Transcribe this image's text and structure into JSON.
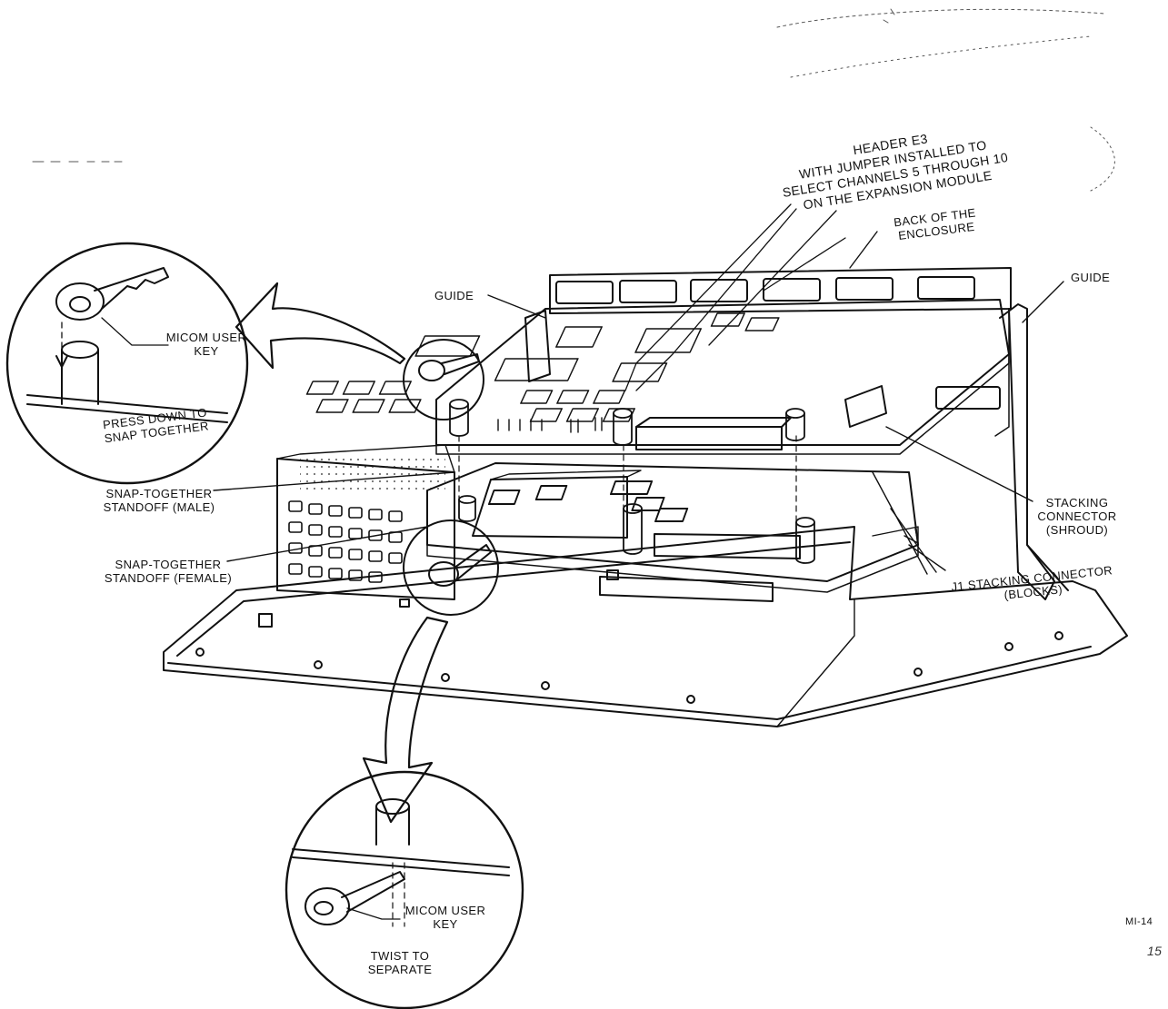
{
  "labels": {
    "header_e3": {
      "line1": "HEADER E3",
      "line2": "WITH JUMPER INSTALLED TO",
      "line3": "SELECT CHANNELS 5 THROUGH 10",
      "line4": "ON THE EXPANSION MODULE"
    },
    "back_enclosure": {
      "line1": "BACK OF THE",
      "line2": "ENCLOSURE"
    },
    "guide_left": "GUIDE",
    "guide_right": "GUIDE",
    "micom_key_top": {
      "line1": "MICOM USER",
      "line2": "KEY"
    },
    "press_down": {
      "line1": "PRESS DOWN TO",
      "line2": "SNAP TOGETHER"
    },
    "standoff_male": {
      "line1": "SNAP-TOGETHER",
      "line2": "STANDOFF (MALE)"
    },
    "standoff_female": {
      "line1": "SNAP-TOGETHER",
      "line2": "STANDOFF (FEMALE)"
    },
    "stacking_shroud": {
      "line1": "STACKING",
      "line2": "CONNECTOR",
      "line3": "(SHROUD)"
    },
    "j1_blocks": {
      "line1": "J1 STACKING CONNECTOR",
      "line2": "(BLOCKS)"
    },
    "micom_key_bottom": {
      "line1": "MICOM USER",
      "line2": "KEY"
    },
    "twist": {
      "line1": "TWIST TO",
      "line2": "SEPARATE"
    },
    "figure_id": "MI-14",
    "page_mark": "15"
  }
}
